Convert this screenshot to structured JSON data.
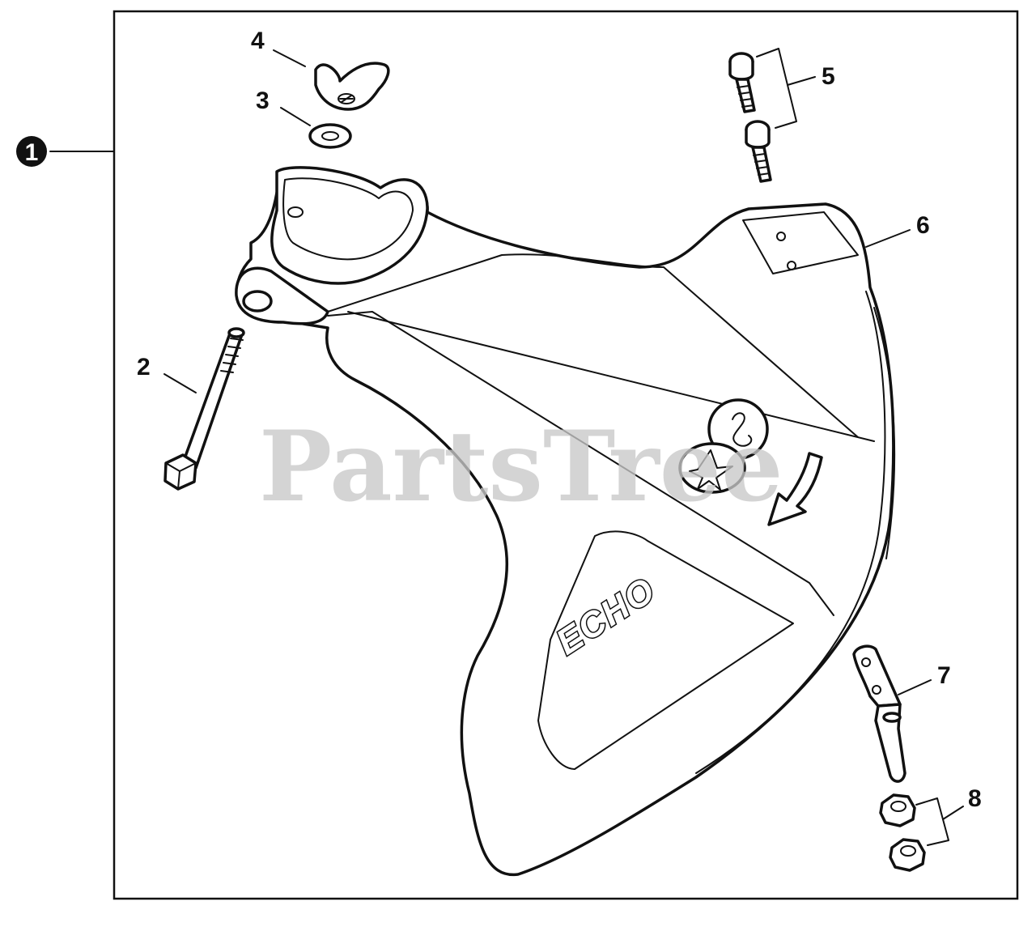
{
  "watermark": "PartsTree",
  "brand_logo": "ECHO",
  "assembly": {
    "number": "1"
  },
  "callouts": [
    {
      "id": "2",
      "label": "2"
    },
    {
      "id": "3",
      "label": "3"
    },
    {
      "id": "4",
      "label": "4"
    },
    {
      "id": "5",
      "label": "5"
    },
    {
      "id": "6",
      "label": "6"
    },
    {
      "id": "7",
      "label": "7"
    },
    {
      "id": "8",
      "label": "8"
    }
  ],
  "colors": {
    "line": "#111111",
    "background": "#ffffff",
    "watermark": "#c8c8c8"
  }
}
